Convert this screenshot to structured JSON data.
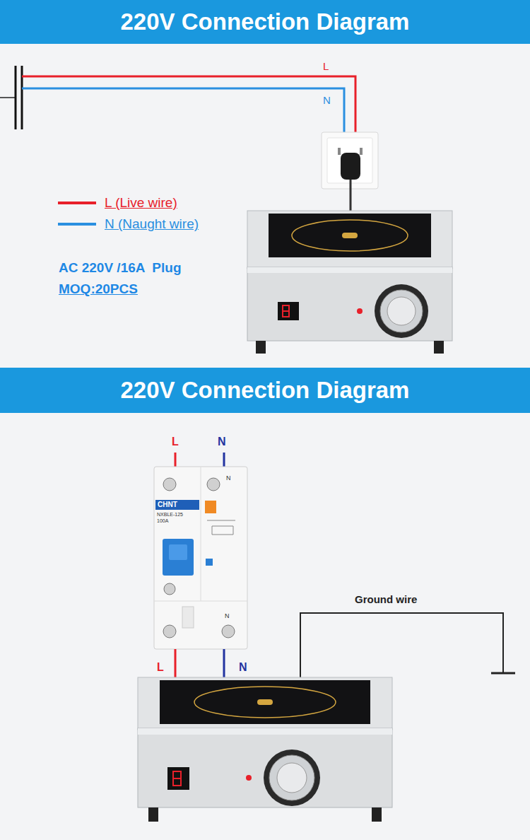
{
  "diagram": {
    "nodes": [
      {
        "text": [
          "220V Connection Diagram"
        ]
      },
      {
        "text": [
          "220V Connection Diagram"
        ]
      }
    ],
    "labels": [
      "L",
      "N",
      "AC 220V /16A  Plug",
      "MOQ:20PCS",
      "L",
      "N",
      "CHNT",
      "NXBLE-125",
      "100A",
      "N",
      "N",
      "L",
      "N",
      "Ground wire"
    ],
    "legend": [
      {
        "text": "L (Live wire)",
        "color": "#e8202a"
      },
      {
        "text": "N (Naught wire)",
        "color": "#2a8fe0"
      }
    ]
  }
}
